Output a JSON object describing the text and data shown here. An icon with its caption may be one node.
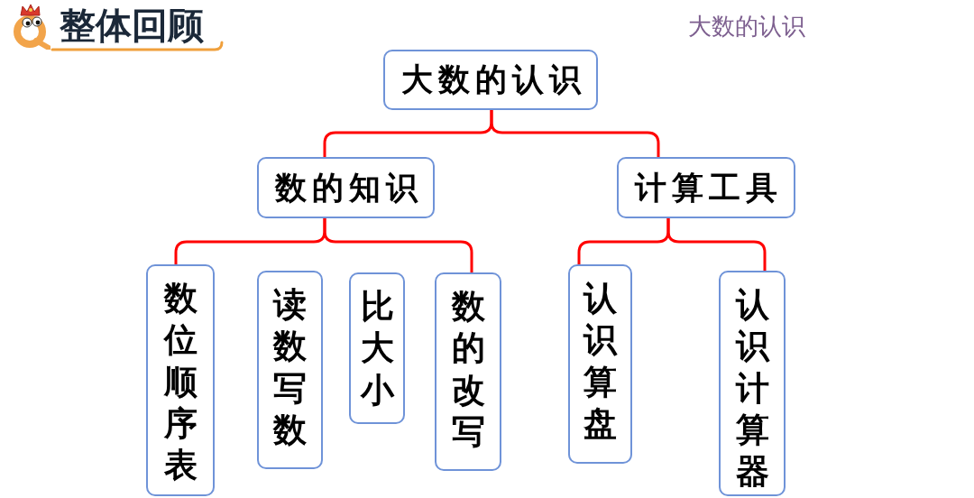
{
  "diagram": {
    "title": "整体回顾",
    "nodes": [
      {
        "text": [
          "大数的认识"
        ]
      },
      {
        "text": [
          "数的知识"
        ]
      },
      {
        "text": [
          "计算工具"
        ]
      },
      {
        "text": [
          "数位顺序表"
        ]
      },
      {
        "text": [
          "读数写数"
        ]
      },
      {
        "text": [
          "比大小"
        ]
      },
      {
        "text": [
          "数的改写"
        ]
      },
      {
        "text": [
          "认识算盘"
        ]
      },
      {
        "text": [
          "认识计算器"
        ]
      }
    ],
    "edges": [
      {
        "from": 0,
        "to": 1,
        "arrow": "none"
      },
      {
        "from": 0,
        "to": 2,
        "arrow": "none"
      },
      {
        "from": 1,
        "to": 3,
        "arrow": "none"
      },
      {
        "from": 1,
        "to": 6,
        "arrow": "none"
      },
      {
        "from": 2,
        "to": 7,
        "arrow": "none"
      },
      {
        "from": 2,
        "to": 8,
        "arrow": "none"
      }
    ],
    "labels": [
      "大数的认识"
    ]
  }
}
